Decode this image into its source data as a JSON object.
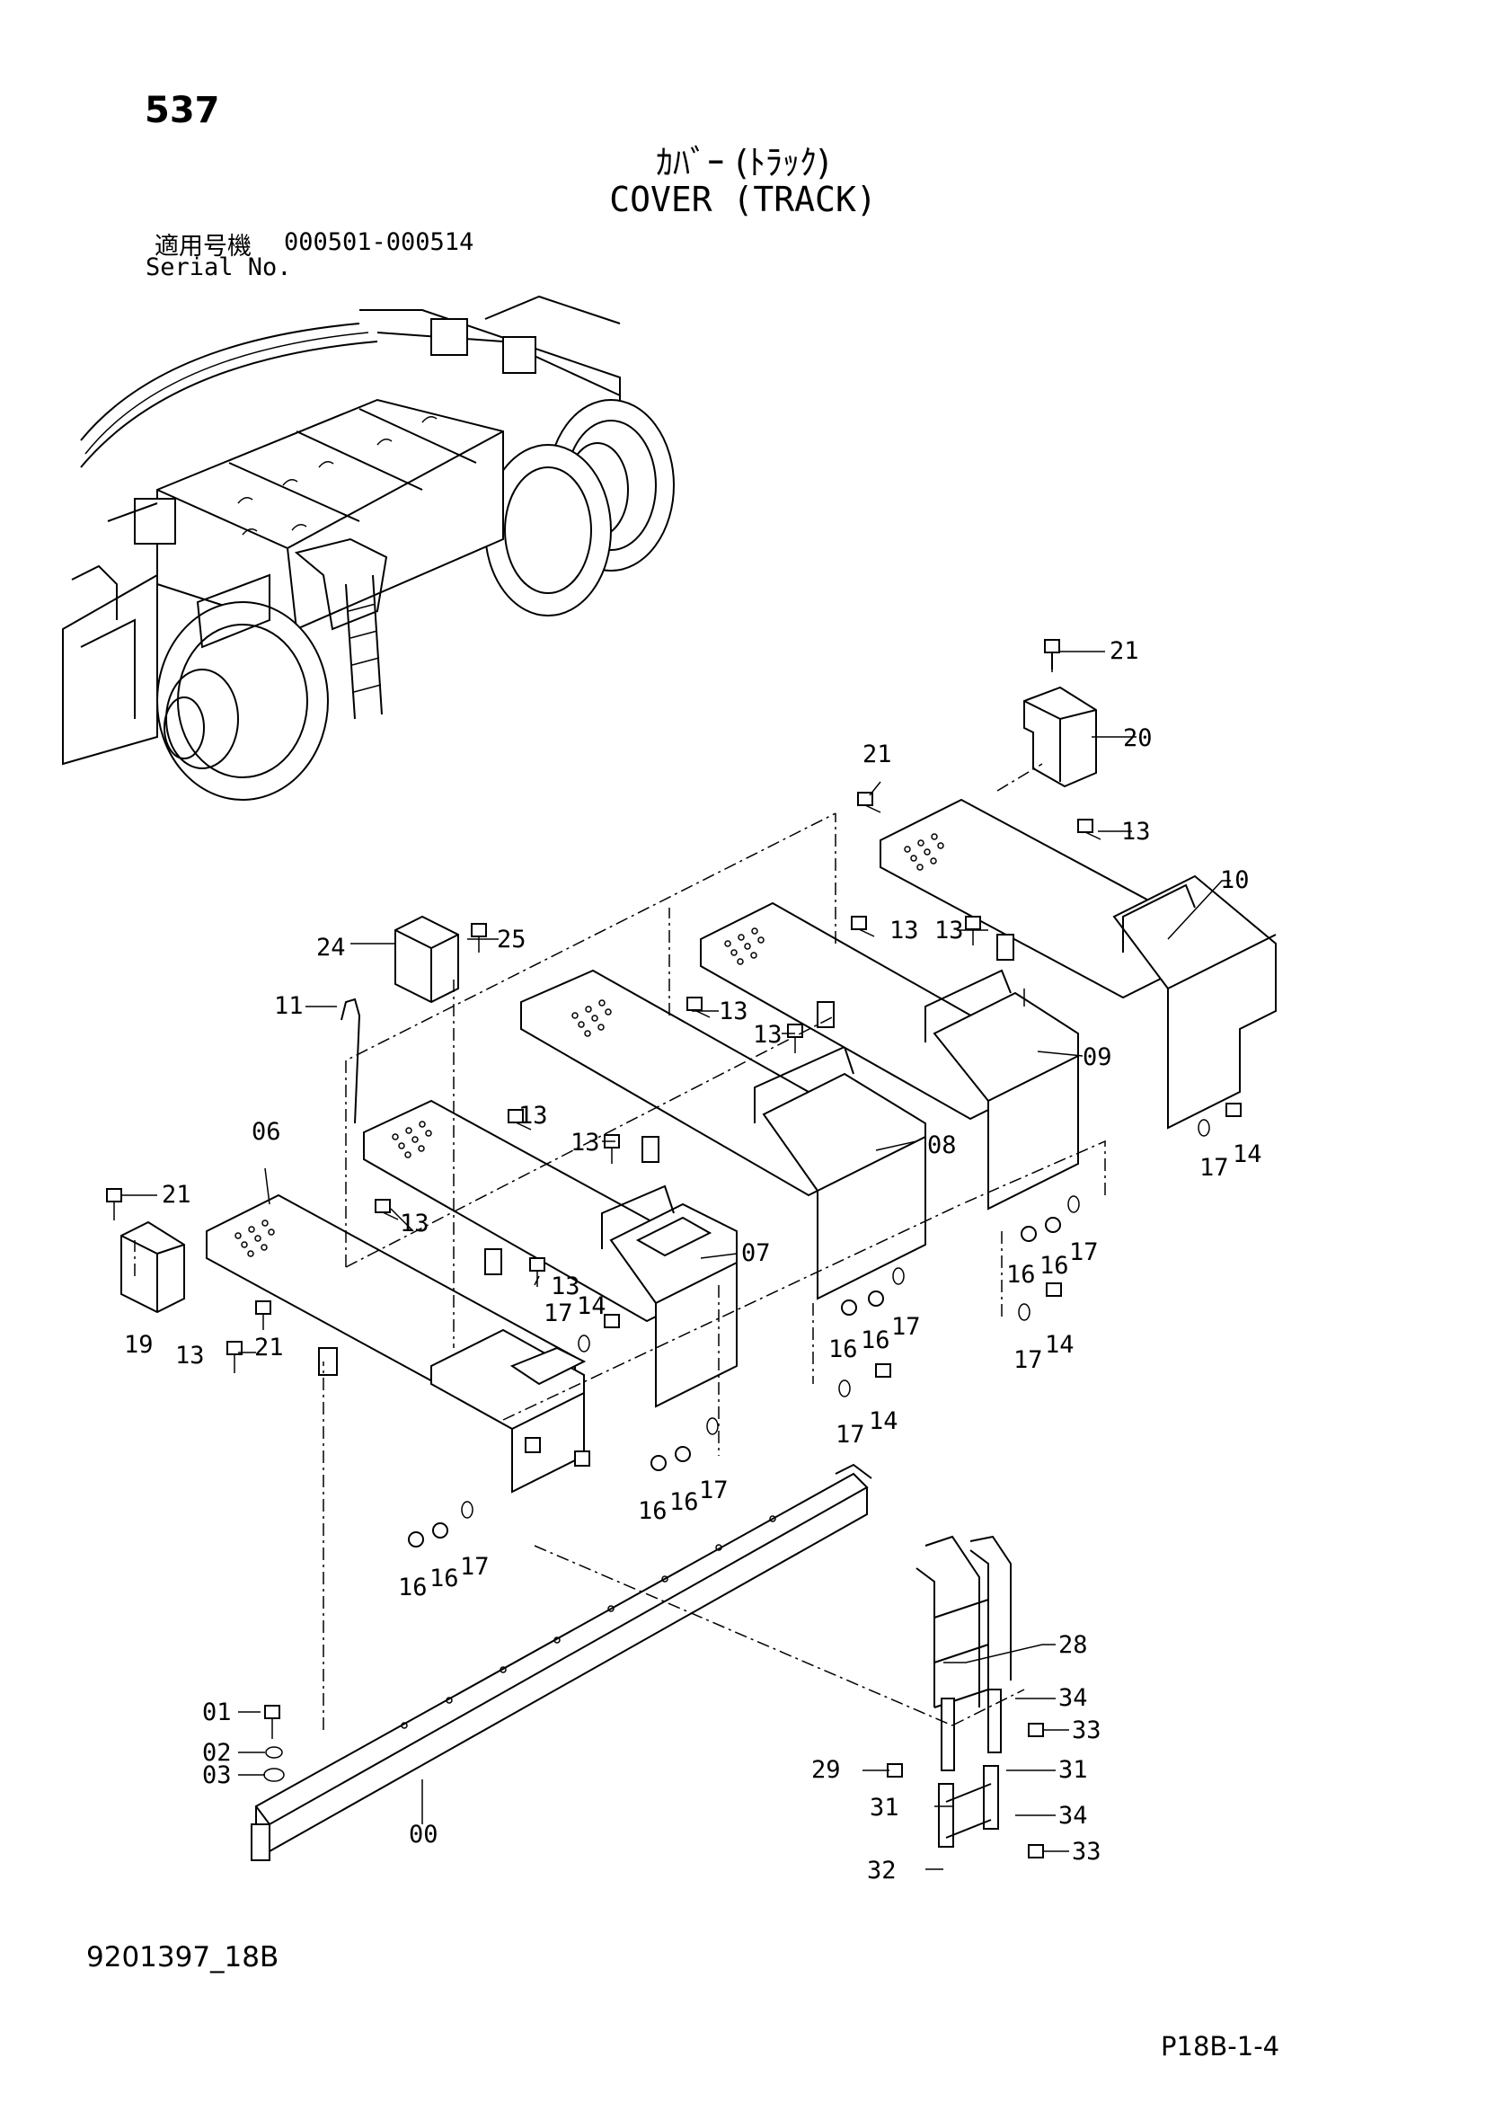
{
  "page": {
    "page_number": "537",
    "title_ja": "ｶﾊﾞｰ (ﾄﾗｯｸ)",
    "title_en": "COVER (TRACK)",
    "serial_label_ja": "適用号機",
    "serial_range": "000501-000514",
    "serial_label_en": "Serial No.",
    "doc_code": "9201397_18B",
    "page_ref": "P18B-1-4"
  },
  "callouts": [
    {
      "id": "c21a",
      "label": "21"
    },
    {
      "id": "c20",
      "label": "20"
    },
    {
      "id": "c21b",
      "label": "21"
    },
    {
      "id": "c13a",
      "label": "13"
    },
    {
      "id": "c10",
      "label": "10"
    },
    {
      "id": "c25",
      "label": "25"
    },
    {
      "id": "c24",
      "label": "24"
    },
    {
      "id": "c13b",
      "label": "13"
    },
    {
      "id": "c13c",
      "label": "13"
    },
    {
      "id": "c11",
      "label": "11"
    },
    {
      "id": "c13d",
      "label": "13"
    },
    {
      "id": "c13e",
      "label": "13"
    },
    {
      "id": "c09",
      "label": "09"
    },
    {
      "id": "c06",
      "label": "06"
    },
    {
      "id": "c13f",
      "label": "13"
    },
    {
      "id": "c13g",
      "label": "13"
    },
    {
      "id": "c08",
      "label": "08"
    },
    {
      "id": "c21c",
      "label": "21"
    },
    {
      "id": "c13h",
      "label": "13"
    },
    {
      "id": "c17a",
      "label": "17"
    },
    {
      "id": "c14a",
      "label": "14"
    },
    {
      "id": "c07",
      "label": "07"
    },
    {
      "id": "c13i",
      "label": "13"
    },
    {
      "id": "c17b",
      "label": "17"
    },
    {
      "id": "c14b",
      "label": "14"
    },
    {
      "id": "c19",
      "label": "19"
    },
    {
      "id": "c21d",
      "label": "21"
    },
    {
      "id": "c13j",
      "label": "13"
    },
    {
      "id": "c16a",
      "label": "16"
    },
    {
      "id": "c16b",
      "label": "16"
    },
    {
      "id": "c17c",
      "label": "17"
    },
    {
      "id": "c16c",
      "label": "16"
    },
    {
      "id": "c16d",
      "label": "16"
    },
    {
      "id": "c17d",
      "label": "17"
    },
    {
      "id": "c17e",
      "label": "17"
    },
    {
      "id": "c14c",
      "label": "14"
    },
    {
      "id": "c17f",
      "label": "17"
    },
    {
      "id": "c14d",
      "label": "14"
    },
    {
      "id": "c16e",
      "label": "16"
    },
    {
      "id": "c16f",
      "label": "16"
    },
    {
      "id": "c17g",
      "label": "17"
    },
    {
      "id": "c16g",
      "label": "16"
    },
    {
      "id": "c16h",
      "label": "16"
    },
    {
      "id": "c17h",
      "label": "17"
    },
    {
      "id": "c28",
      "label": "28"
    },
    {
      "id": "c34a",
      "label": "34"
    },
    {
      "id": "c33a",
      "label": "33"
    },
    {
      "id": "c31a",
      "label": "31"
    },
    {
      "id": "c29",
      "label": "29"
    },
    {
      "id": "c31b",
      "label": "31"
    },
    {
      "id": "c34b",
      "label": "34"
    },
    {
      "id": "c33b",
      "label": "33"
    },
    {
      "id": "c32",
      "label": "32"
    },
    {
      "id": "c01",
      "label": "01"
    },
    {
      "id": "c02",
      "label": "02"
    },
    {
      "id": "c03",
      "label": "03"
    },
    {
      "id": "c00",
      "label": "00"
    }
  ]
}
